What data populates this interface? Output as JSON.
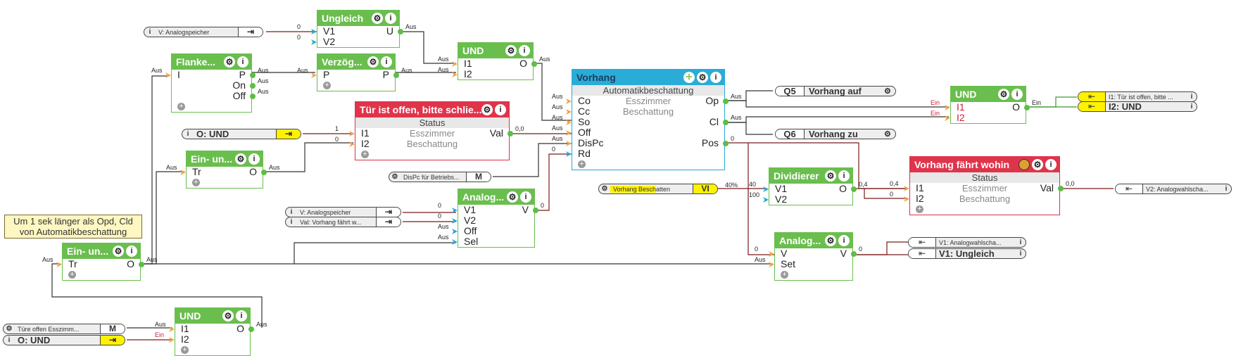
{
  "blocks": {
    "ungleich": {
      "title": "Ungleich",
      "inputs": [
        "V1",
        "V2"
      ],
      "outputs": [
        "U"
      ],
      "in_values": [
        "0",
        "0"
      ],
      "out_values": [
        "Aus"
      ]
    },
    "flanke": {
      "title": "Flanke...",
      "inputs": [
        "I"
      ],
      "outputs": [
        "P",
        "On",
        "Off"
      ],
      "in_values": [
        "Aus"
      ],
      "out_values": [
        "Aus",
        "Aus",
        "Aus"
      ]
    },
    "verzoeg": {
      "title": "Verzög...",
      "inputs": [
        "P"
      ],
      "outputs": [
        "P"
      ],
      "in_values": [
        "Aus"
      ],
      "out_values": [
        "Aus"
      ]
    },
    "und1": {
      "title": "UND",
      "inputs": [
        "I1",
        "I2"
      ],
      "outputs": [
        "O"
      ],
      "in_values": [
        "Aus",
        "Aus"
      ],
      "out_values": [
        "Aus"
      ]
    },
    "vorhang": {
      "title": "Vorhang",
      "subtitle": "Automatikbeschattung",
      "room": "Esszimmer",
      "category": "Beschattung",
      "inputs": [
        "Co",
        "Cc",
        "So",
        "Off",
        "DisPc",
        "Rd"
      ],
      "outputs": [
        "Op",
        "Cl",
        "Pos"
      ],
      "in_values": [
        "Aus",
        "Aus",
        "Aus",
        "Aus",
        "Aus",
        "0"
      ],
      "out_values": [
        "Aus",
        "Aus",
        "0"
      ]
    },
    "tuer": {
      "title": "Tür ist offen, bitte schlie...",
      "subtitle": "Status",
      "room": "Esszimmer",
      "category": "Beschattung",
      "inputs": [
        "I1",
        "I2"
      ],
      "outputs": [
        "Val"
      ],
      "in_values": [
        "1",
        "0"
      ],
      "out_values": [
        "0,0"
      ]
    },
    "einun1": {
      "title": "Ein- un...",
      "inputs": [
        "Tr"
      ],
      "outputs": [
        "O"
      ],
      "in_values": [
        "Aus"
      ],
      "out_values": [
        "Aus"
      ]
    },
    "analog1": {
      "title": "Analog...",
      "inputs": [
        "V1",
        "V2",
        "Off",
        "Sel"
      ],
      "outputs": [
        "V"
      ],
      "in_values": [
        "0",
        "0",
        "Aus",
        "Aus"
      ],
      "out_values": [
        "0"
      ]
    },
    "und2": {
      "title": "UND",
      "inputs": [
        "I1",
        "I2"
      ],
      "outputs": [
        "O"
      ],
      "in_values": [
        "Ein",
        "Ein"
      ],
      "out_values": [
        "Ein"
      ]
    },
    "dividierer": {
      "title": "Dividierer",
      "inputs": [
        "V1",
        "V2"
      ],
      "outputs": [
        "O"
      ],
      "in_values": [
        "40",
        "100"
      ],
      "out_values": [
        "0,4"
      ]
    },
    "vfw": {
      "title": "Vorhang fährt wohin",
      "subtitle": "Status",
      "room": "Esszimmer",
      "category": "Beschattung",
      "inputs": [
        "I1",
        "I2"
      ],
      "outputs": [
        "Val"
      ],
      "in_values": [
        "0,4",
        "0"
      ],
      "out_values": [
        "0,0"
      ]
    },
    "analog2": {
      "title": "Analog...",
      "inputs": [
        "V",
        "Set"
      ],
      "outputs": [
        "V"
      ],
      "in_values": [
        "0",
        "Aus"
      ],
      "out_values": [
        "0"
      ]
    },
    "einun2": {
      "title": "Ein- un...",
      "inputs": [
        "Tr"
      ],
      "outputs": [
        "O"
      ],
      "in_values": [
        "Aus"
      ],
      "out_values": [
        "Aus"
      ]
    },
    "und3": {
      "title": "UND",
      "inputs": [
        "I1",
        "I2"
      ],
      "outputs": [
        "O"
      ],
      "in_values": [
        "Aus",
        "Ein"
      ],
      "out_values": [
        "Aus"
      ]
    }
  },
  "refs": {
    "analogspeicher_top": "V: Analogspeicher",
    "o_und_mid": "O: UND",
    "dispc": "DisPc für Betriebs...",
    "dispc_box": "M",
    "analogspeicher_2": "V: Analogspeicher",
    "val_vorhang": "Val: Vorhang fährt w...",
    "vorhang_beschatten": "Vorhang Beschatten",
    "vorhang_beschatten_box": "VI",
    "vorhang_beschatten_value": "40%",
    "q5_num": "Q5",
    "q5_text": "Vorhang auf",
    "q6_num": "Q6",
    "q6_text": "Vorhang zu",
    "out_i1": "I1: Tür ist offen, bitte ...",
    "out_i2": "I2: UND",
    "out_v2": "V2: Analogwahlscha...",
    "out_v1a": "V1: Analogwahlscha...",
    "out_v1b": "V1: Ungleich",
    "tuere_offen": "Türe offen Esszimm...",
    "tuere_box": "M",
    "o_und_bottom": "O: UND"
  },
  "note": {
    "line1": "Um 1 sek länger als Opd, Cld",
    "line2": "von Automatikbeschattung"
  },
  "wire_labels": {
    "rd_val": "0",
    "pos_val": "0",
    "div_out": "0,4",
    "vfw_in": "0,4",
    "vfw_i2": "0",
    "vfw_out": "0,0",
    "an2_out": "0"
  }
}
